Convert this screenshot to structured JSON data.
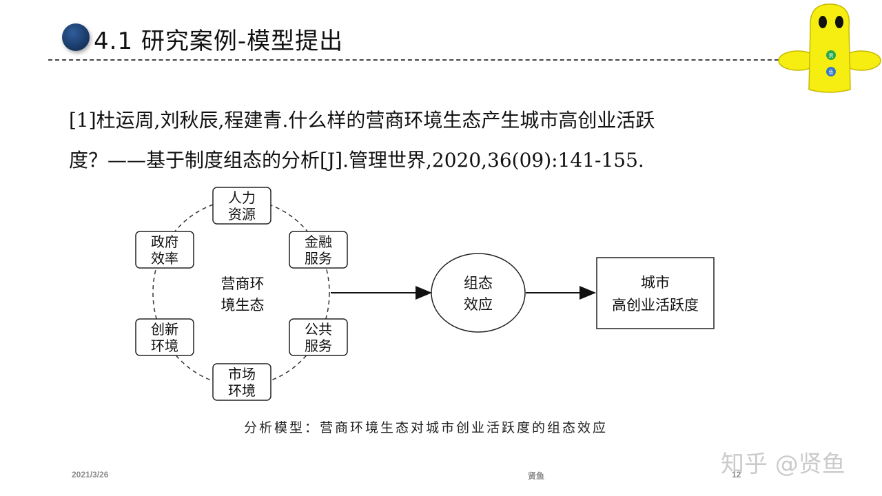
{
  "slide": {
    "title": "4.1 研究案例-模型提出",
    "citation_line1": "[1]杜运周,刘秋辰,程建青.什么样的营商环境生态产生城市高创业活跃",
    "citation_line2": "度？——基于制度组态的分析[J].管理世界,2020,36(09):141-155.",
    "caption": "分析模型：营商环境生态对城市创业活跃度的组态效应"
  },
  "diagram": {
    "center_line1": "营商环",
    "center_line2": "境生态",
    "nodes": [
      {
        "line1": "人力",
        "line2": "资源"
      },
      {
        "line1": "金融",
        "line2": "服务"
      },
      {
        "line1": "公共",
        "line2": "服务"
      },
      {
        "line1": "市场",
        "line2": "环境"
      },
      {
        "line1": "创新",
        "line2": "环境"
      },
      {
        "line1": "政府",
        "line2": "效率"
      }
    ],
    "config_line1": "组态",
    "config_line2": "效应",
    "outcome_line1": "城市",
    "outcome_line2": "高创业活跃度"
  },
  "mascot": {
    "badge_top": "资",
    "badge_bottom": "鱼",
    "body_color": "#f5ee10"
  },
  "footer": {
    "date": "2021/3/26",
    "author": "贤鱼",
    "page": "12"
  },
  "watermark": "知乎 @贤鱼"
}
